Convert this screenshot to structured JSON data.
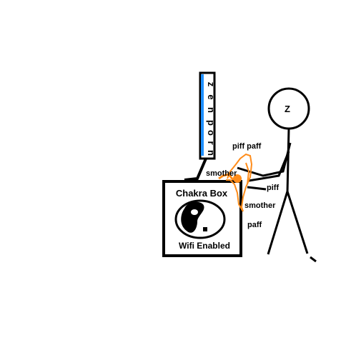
{
  "monitor": {
    "screen_text": [
      "z",
      "e",
      "n",
      "p",
      "o",
      "r",
      "n"
    ],
    "stripe_color": "#1e90ff"
  },
  "box": {
    "title": "Chakra Box",
    "subtitle": "Wifi Enabled",
    "icon": "yin-yang-icon"
  },
  "person": {
    "head_label": "Z"
  },
  "sound_effects": {
    "piff_paff_top": "piff paff",
    "smother_left": "smother",
    "piff_right": "piff",
    "smother_right": "smother",
    "paff_bottom": "paff"
  },
  "colors": {
    "ink": "#000000",
    "accent": "#ff8c1a",
    "background": "#ffffff"
  }
}
